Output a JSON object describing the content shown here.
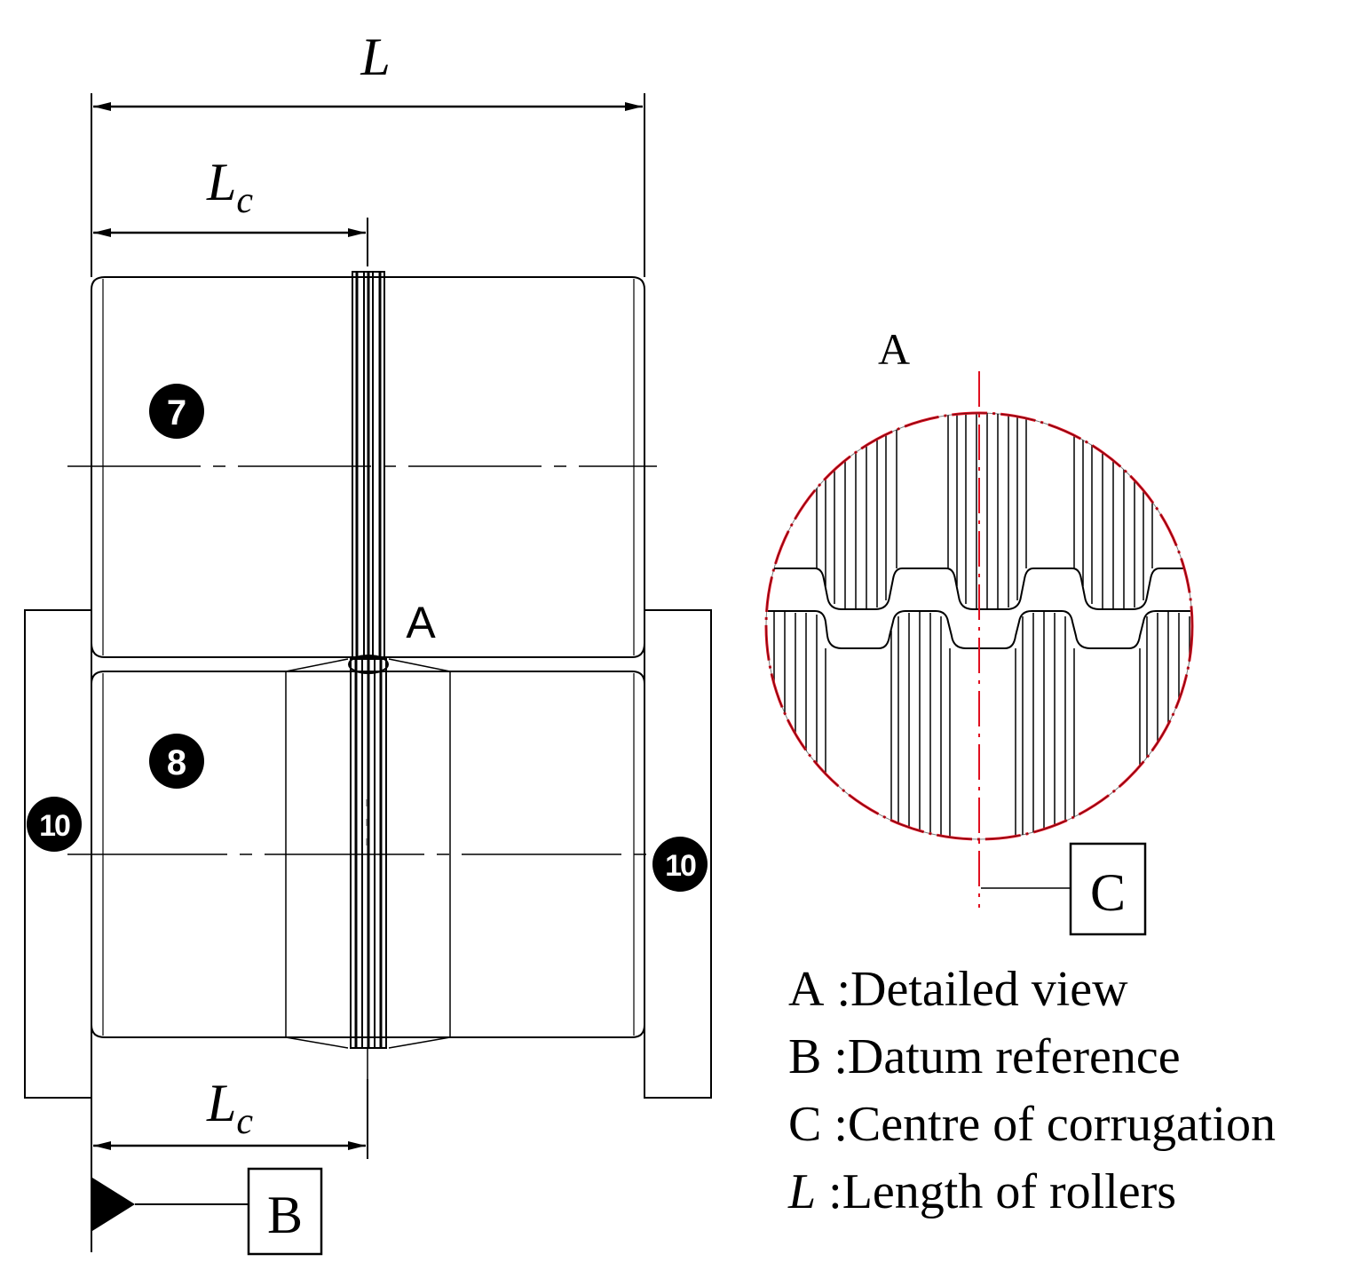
{
  "dimensions": {
    "overall_length_symbol": "L",
    "corrugation_length_main": "L",
    "corrugation_length_sub": "c"
  },
  "callouts": {
    "roller_upper": "7",
    "roller_lower": "8",
    "support_left": "10",
    "support_right": "10"
  },
  "detail": {
    "marker_on_part": "A",
    "view_title": "A",
    "centre_box": "C"
  },
  "datum": {
    "box_label": "B"
  },
  "legend": [
    {
      "key": "A",
      "sep": " :",
      "text": "Detailed view",
      "italic": false
    },
    {
      "key": "B",
      "sep": " :",
      "text": "Datum reference",
      "italic": false
    },
    {
      "key": "C",
      "sep": " :",
      "text": "Centre of corrugation",
      "italic": false
    },
    {
      "key": "L",
      "sep": " :",
      "text": "Length of rollers",
      "italic": true
    }
  ],
  "colors": {
    "line": "#000000",
    "detail_outline": "#e01020",
    "centre_line": "#e01020"
  }
}
